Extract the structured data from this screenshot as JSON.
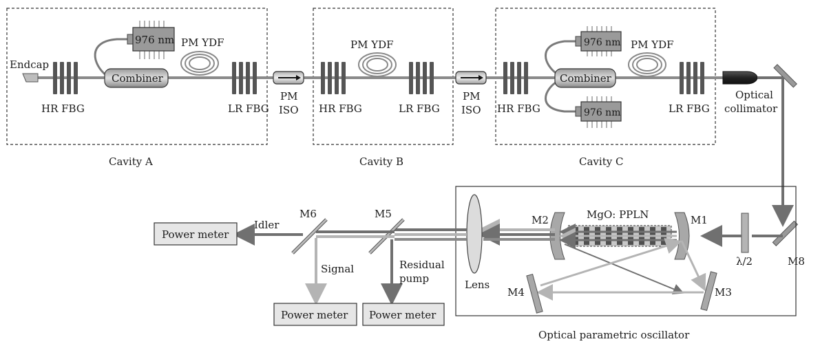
{
  "cavities": {
    "a": {
      "caption": "Cavity A",
      "endcap": "Endcap",
      "hr_fbg": "HR FBG",
      "lr_fbg": "LR FBG",
      "combiner": "Combiner",
      "pump": "976 nm",
      "fiber": "PM YDF"
    },
    "b": {
      "caption": "Cavity B",
      "hr_fbg": "HR FBG",
      "lr_fbg": "LR FBG",
      "fiber": "PM YDF"
    },
    "c": {
      "caption": "Cavity C",
      "hr_fbg": "HR FBG",
      "lr_fbg": "LR FBG",
      "combiner": "Combiner",
      "pump_top": "976 nm",
      "pump_bottom": "976 nm",
      "fiber": "PM YDF"
    }
  },
  "isolators": {
    "iso1": {
      "line1": "PM",
      "line2": "ISO"
    },
    "iso2": {
      "line1": "PM",
      "line2": "ISO"
    }
  },
  "collimator": {
    "line1": "Optical",
    "line2": "collimator"
  },
  "opo": {
    "caption": "Optical parametric oscillator",
    "crystal": "MgO: PPLN",
    "mirrors": {
      "m1": "M1",
      "m2": "M2",
      "m3": "M3",
      "m4": "M4",
      "m5": "M5",
      "m6": "M6",
      "m8": "M8"
    },
    "waveplate": "λ/2",
    "lens": "Lens"
  },
  "outputs": {
    "idler": "Idler",
    "signal": "Signal",
    "residual_line1": "Residual",
    "residual_line2": "pump",
    "power_meter_idler": "Power meter",
    "power_meter_signal": "Power meter",
    "power_meter_pump": "Power meter"
  },
  "colors": {
    "beam_dark": "#707070",
    "beam_light": "#b4b4b4",
    "fbg": "#555555",
    "box_fill": "#e6e6e6"
  }
}
